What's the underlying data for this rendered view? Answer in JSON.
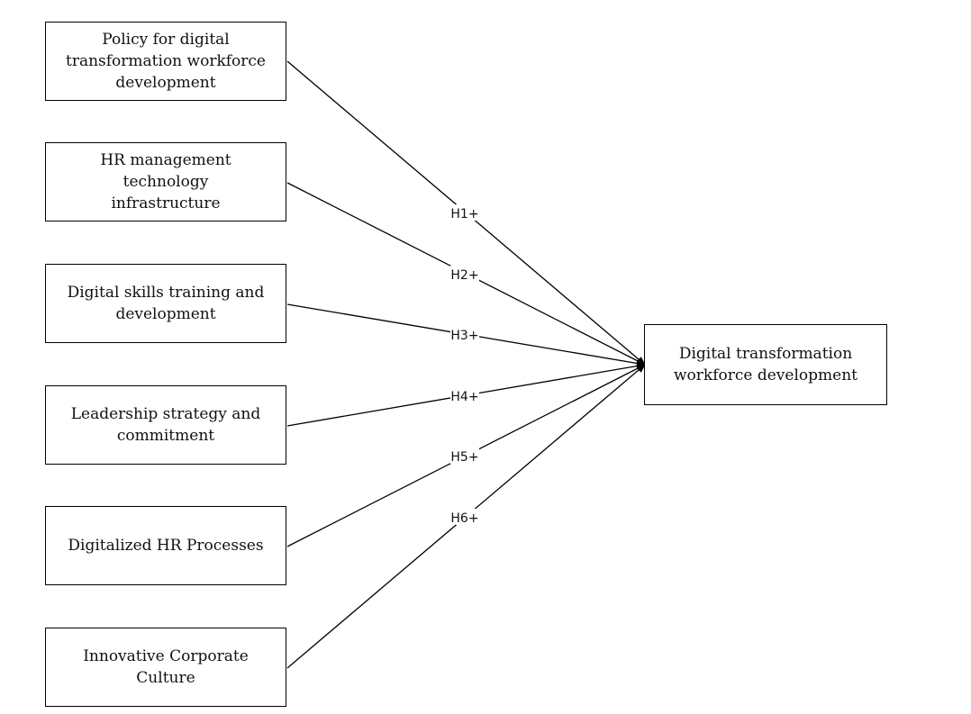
{
  "diagram": {
    "type": "conceptual-model",
    "independent_variables": [
      {
        "id": "policy",
        "label": "Policy for digital transformation workforce development",
        "lines": [
          "Policy for digital",
          "transformation workforce",
          "development"
        ]
      },
      {
        "id": "hr-tech",
        "label": "HR management technology infrastructure",
        "lines": [
          "HR management technology",
          "infrastructure"
        ]
      },
      {
        "id": "skills",
        "label": "Digital skills training and development",
        "lines": [
          "Digital skills training and",
          "development"
        ]
      },
      {
        "id": "leadership",
        "label": "Leadership strategy and commitment",
        "lines": [
          "Leadership strategy and",
          "commitment"
        ]
      },
      {
        "id": "hr-processes",
        "label": "Digitalized HR Processes",
        "lines": [
          "Digitalized HR Processes"
        ]
      },
      {
        "id": "culture",
        "label": "Innovative Corporate Culture",
        "lines": [
          "Innovative Corporate",
          "Culture"
        ]
      }
    ],
    "dependent_variable": {
      "id": "dtwd",
      "label": "Digital transformation workforce development",
      "lines": [
        "Digital transformation",
        "workforce development"
      ]
    },
    "hypotheses": [
      {
        "from": "policy",
        "to": "dtwd",
        "label": "H1+"
      },
      {
        "from": "hr-tech",
        "to": "dtwd",
        "label": "H2+"
      },
      {
        "from": "skills",
        "to": "dtwd",
        "label": "H3+"
      },
      {
        "from": "leadership",
        "to": "dtwd",
        "label": "H4+"
      },
      {
        "from": "hr-processes",
        "to": "dtwd",
        "label": "H5+"
      },
      {
        "from": "culture",
        "to": "dtwd",
        "label": "H6+"
      }
    ],
    "colors": {
      "line": "#000000",
      "text": "#111111",
      "background": "#ffffff"
    }
  }
}
